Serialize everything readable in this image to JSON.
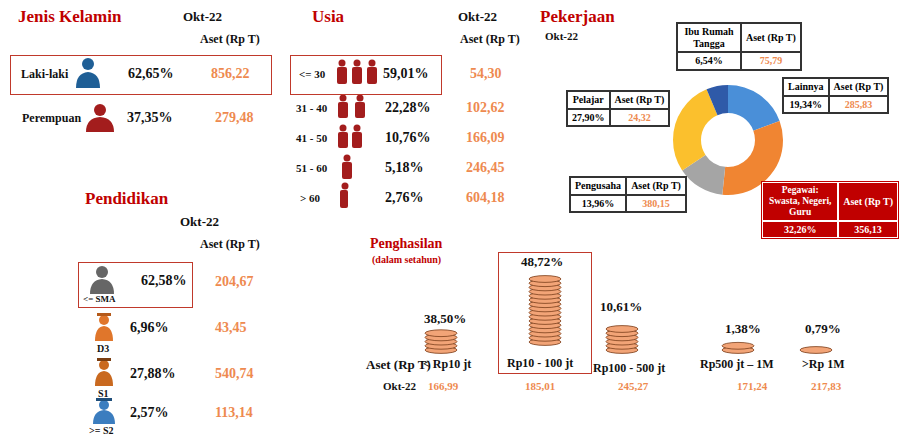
{
  "diagram": {
    "nodes": [
      {
        "text": [
          "Laki-laki",
          "62,65%",
          "856,22"
        ]
      },
      {
        "text": [
          "<= 30",
          "59,01%"
        ]
      },
      {
        "text": [
          "Ibu Rumah Tangga",
          "Aset (Rp T)",
          "6,54%",
          "75,79"
        ]
      },
      {
        "text": [
          "Lainnya",
          "Aset (Rp T)",
          "19,34%",
          "285,83"
        ]
      },
      {
        "text": [
          "Pelajar",
          "Aset (Rp T)",
          "27,90%",
          "24,32"
        ]
      },
      {
        "text": [
          "Pengusaha",
          "Aset (Rp T)",
          "13,96%",
          "380,15"
        ]
      },
      {
        "text": [
          "Pegawai: Swasta, Negeri, Guru",
          "Aset (Rp T)",
          "32,26%",
          "356,13"
        ]
      },
      {
        "text": [
          "<= SMA",
          "62,58%"
        ]
      },
      {
        "text": [
          "48,72%",
          "Rp10 - 100 jt"
        ]
      }
    ],
    "labels": [
      "Jenis Kelamin",
      "Okt-22",
      "Aset (Rp T)",
      "Perempuan",
      "37,35%",
      "279,48",
      "Usia",
      "Okt-22",
      "Aset (Rp T)",
      "31 - 40",
      "22,28%",
      "102,62",
      "41 - 50",
      "10,76%",
      "166,09",
      "51 - 60",
      "5,18%",
      "246,45",
      "> 60",
      "2,76%",
      "604,18",
      "54,30",
      "Pekerjaan",
      "Okt-22",
      "Pendidikan",
      "Okt-22",
      "Aset (Rp T)",
      "204,67",
      "D3",
      "6,96%",
      "43,45",
      "S1",
      "27,88%",
      "540,74",
      ">= S2",
      "2,57%",
      "113,14",
      "Penghasilan",
      "(dalam setahun)",
      "38,50%",
      "< Rp10 jt",
      "10,61%",
      "Rp100 - 500 jt",
      "1,38%",
      "Rp500 jt – 1M",
      "0,79%",
      ">Rp 1M",
      "Aset (Rp T)",
      "Okt-22",
      "166,99",
      "185,01",
      "245,27",
      "171,24",
      "217,83"
    ]
  }
}
